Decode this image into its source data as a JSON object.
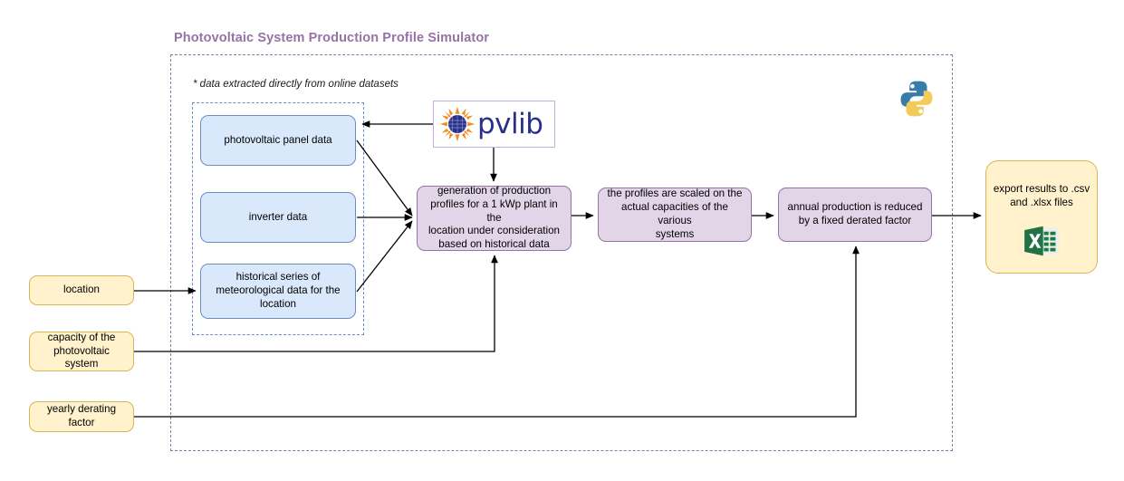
{
  "diagram": {
    "title": "Photovoltaic System Production Profile Simulator",
    "note": "* data extracted directly from online datasets",
    "colors": {
      "title": "#9673a6",
      "outer_border": "#9673a6",
      "inner_border": "#6c8ebf",
      "blue_fill": "#dae8fc",
      "blue_stroke": "#6c8ebf",
      "purple_fill": "#e1d5e7",
      "purple_stroke": "#9673a6",
      "yellow_fill": "#fff2cc",
      "yellow_stroke": "#d6b656",
      "edge": "#000000"
    }
  },
  "inputs": {
    "location": "location",
    "capacity": "capacity of the\nphotovoltaic system",
    "capacity_line1": "capacity of the",
    "capacity_line2": "photovoltaic system",
    "derating": "yearly derating factor"
  },
  "data_sources": {
    "panel": "photovoltaic panel data",
    "inverter": "inverter data",
    "meteo_line1": "historical series of",
    "meteo_line2": "meteorological data for the",
    "meteo_line3": "location"
  },
  "processes": {
    "generation_line1": "generation of production",
    "generation_line2": "profiles for a 1 kWp plant in the",
    "generation_line3": "location under consideration",
    "generation_line4": "based on historical data",
    "scaled_line1": "the profiles are scaled on the",
    "scaled_line2": "actual capacities of the various",
    "scaled_line3": "systems",
    "derated_line1": "annual production is reduced",
    "derated_line2": "by a fixed derated factor"
  },
  "output": {
    "export_line1": "export results to .csv",
    "export_line2": "and .xlsx files"
  },
  "logos": {
    "pvlib_word": "pvlib",
    "pvlib_icon": "sun-solar-panel-icon",
    "python_icon": "python-logo-icon",
    "excel_icon": "microsoft-excel-icon"
  }
}
